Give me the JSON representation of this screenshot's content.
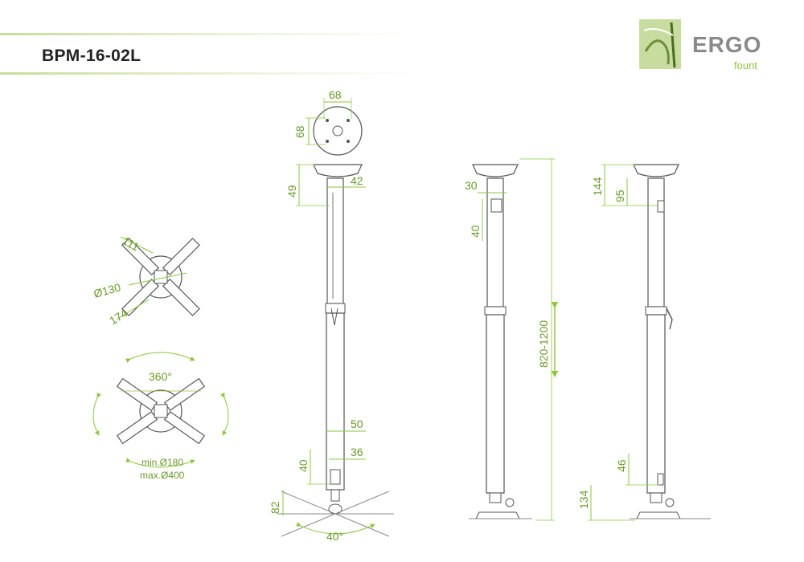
{
  "header": {
    "model": "BPM-16-02L"
  },
  "logo": {
    "brand": "ERGO",
    "sub": "fount"
  },
  "colors": {
    "accent": "#8dc63f",
    "dim_text": "#6a9a2a",
    "line": "#555555",
    "stripe": "#c7dd9a"
  },
  "top_plate": {
    "width": "68",
    "height": "68"
  },
  "arms": {
    "length": "111",
    "plate_diameter": "Ø130",
    "span": "174"
  },
  "rotation": {
    "angle": "360°",
    "min": "min.Ø180",
    "max": "max.Ø400"
  },
  "front_view": {
    "d49": "49",
    "d42": "42",
    "d50": "50",
    "d40": "40",
    "d36": "36",
    "d82": "82",
    "tilt": "40°"
  },
  "side_view": {
    "d30": "30",
    "d40": "40",
    "height_range": "820-1200"
  },
  "rear_view": {
    "d144": "144",
    "d95": "95",
    "d46": "46",
    "d134": "134"
  }
}
